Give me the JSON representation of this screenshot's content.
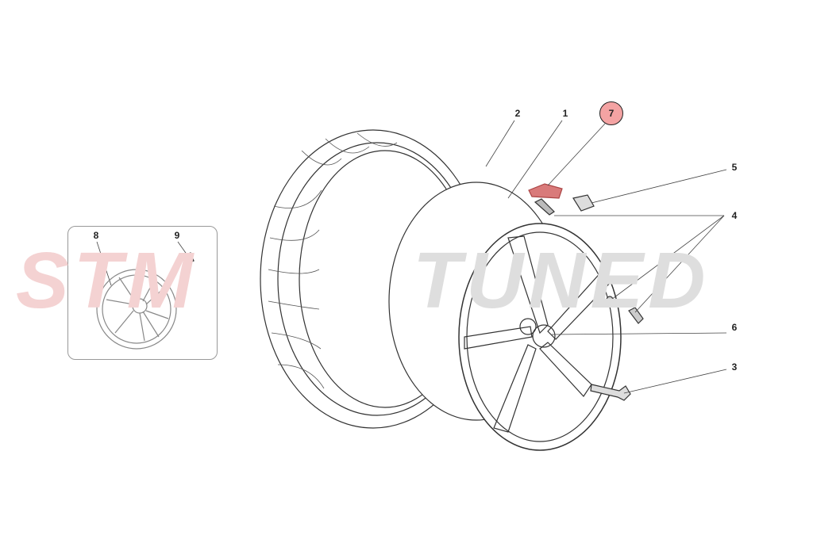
{
  "watermark": {
    "part1": "STM",
    "part2": "TUNED",
    "color1": "#f6dada",
    "color2": "#e6e6e6"
  },
  "callouts": {
    "c1": "1",
    "c2": "2",
    "c3": "3",
    "c4": "4",
    "c5": "5",
    "c6": "6",
    "c7": "7",
    "c8": "8",
    "c9": "9"
  },
  "highlight": {
    "callout": "7",
    "color": "#f4a3a3",
    "part_color": "#d97a7a"
  }
}
